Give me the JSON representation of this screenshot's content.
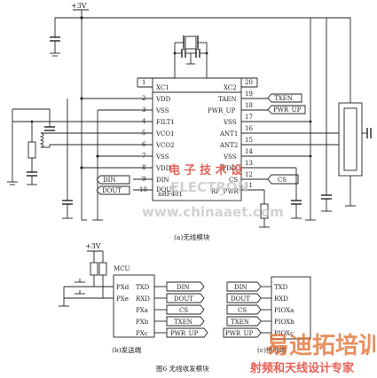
{
  "supply": {
    "top": "+3V",
    "mcu": "+3V"
  },
  "chip": {
    "part": "nRF401",
    "left_pins": [
      {
        "num": "1",
        "name": "XC1"
      },
      {
        "num": "2",
        "name": "VDD"
      },
      {
        "num": "3",
        "name": "VSS"
      },
      {
        "num": "4",
        "name": "FILT1"
      },
      {
        "num": "5",
        "name": "VCO1"
      },
      {
        "num": "6",
        "name": "VCO2"
      },
      {
        "num": "7",
        "name": "VSS"
      },
      {
        "num": "8",
        "name": "VDD"
      },
      {
        "num": "9",
        "name": "DIN"
      },
      {
        "num": "10",
        "name": "DOUT"
      }
    ],
    "right_pins": [
      {
        "num": "20",
        "name": "XC2"
      },
      {
        "num": "19",
        "name": "TAEN"
      },
      {
        "num": "18",
        "name": "PWR_UP"
      },
      {
        "num": "17",
        "name": "VSS"
      },
      {
        "num": "16",
        "name": "ANT1"
      },
      {
        "num": "15",
        "name": "ANT2"
      },
      {
        "num": "14",
        "name": "VSS"
      },
      {
        "num": "13",
        "name": "VDD"
      },
      {
        "num": "12",
        "name": "CS"
      },
      {
        "num": "11",
        "name": "RF_PWR"
      }
    ]
  },
  "signal_tags": {
    "txen": "TXEN",
    "pwr_up": "PWR_UP",
    "cs": "CS",
    "din": "DIN",
    "dout": "DOUT"
  },
  "caption_a": "(a)无线模块",
  "sender": {
    "mcu_label": "MCU",
    "left_ports": [
      "PXd",
      "PXe"
    ],
    "right_ports": [
      "TXD",
      "RXD",
      "PXa",
      "PXb",
      "PXc"
    ],
    "tags": [
      "DIN",
      "DOUT",
      "CS",
      "TXEN",
      "PWR_UP"
    ],
    "caption": "(b)发送端"
  },
  "receiver": {
    "tags": [
      "DIN",
      "DOUT",
      "CS",
      "TXEN",
      "PWR_UP"
    ],
    "ports": [
      "TXD",
      "RXD",
      "PIOXa",
      "PIOXb",
      "PIOXc"
    ],
    "caption": "(c)接收端"
  },
  "figure_caption": "图6  无线收发模块",
  "watermarks": {
    "top_red": "电 子 技 术 设",
    "electron": "ELECTRON",
    "site": "www.chinaaet.com",
    "brand": "射频和天线设计专家",
    "brand_big": "易迪拓培训"
  }
}
